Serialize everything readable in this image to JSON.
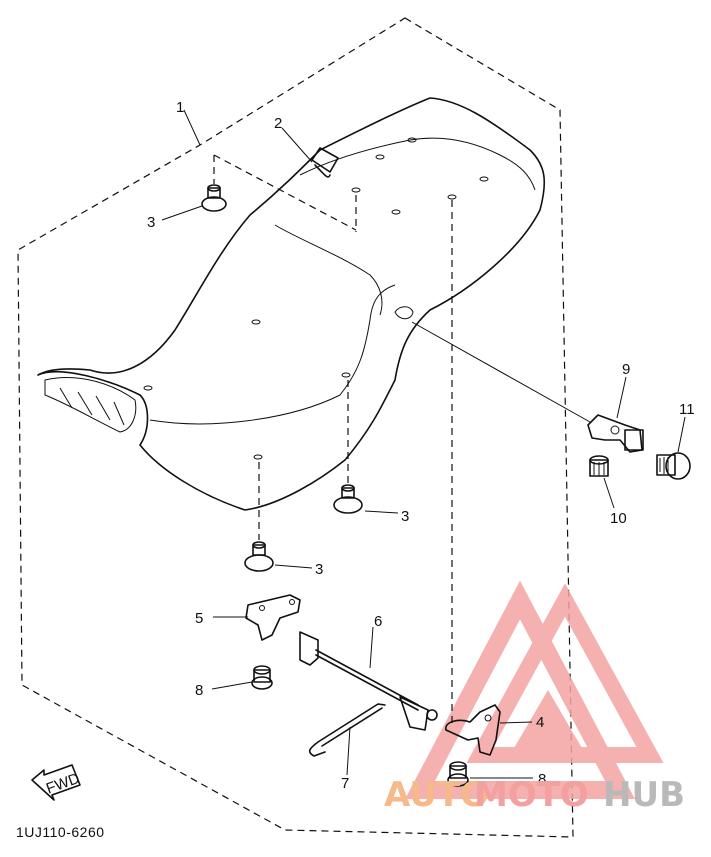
{
  "diagram": {
    "part_callouts": [
      {
        "id": "p1",
        "label": "1"
      },
      {
        "id": "p2",
        "label": "2"
      },
      {
        "id": "p3a",
        "label": "3"
      },
      {
        "id": "p3b",
        "label": "3"
      },
      {
        "id": "p3c",
        "label": "3"
      },
      {
        "id": "p4",
        "label": "4"
      },
      {
        "id": "p5",
        "label": "5"
      },
      {
        "id": "p6",
        "label": "6"
      },
      {
        "id": "p7",
        "label": "7"
      },
      {
        "id": "p8a",
        "label": "8"
      },
      {
        "id": "p8b",
        "label": "8"
      },
      {
        "id": "p9",
        "label": "9"
      },
      {
        "id": "p10",
        "label": "10"
      },
      {
        "id": "p11",
        "label": "11"
      }
    ],
    "front_arrow_label": "FWD",
    "diagram_code": "1UJ110-6260"
  },
  "watermark": {
    "word_1": "AUTO",
    "word_2": "MOTO",
    "word_3": "HUB",
    "colors": {
      "auto": "#f6b98a",
      "moto": "#f2a0a0",
      "hub": "#b9b9b9",
      "triangle": "#f4a3a3"
    }
  }
}
